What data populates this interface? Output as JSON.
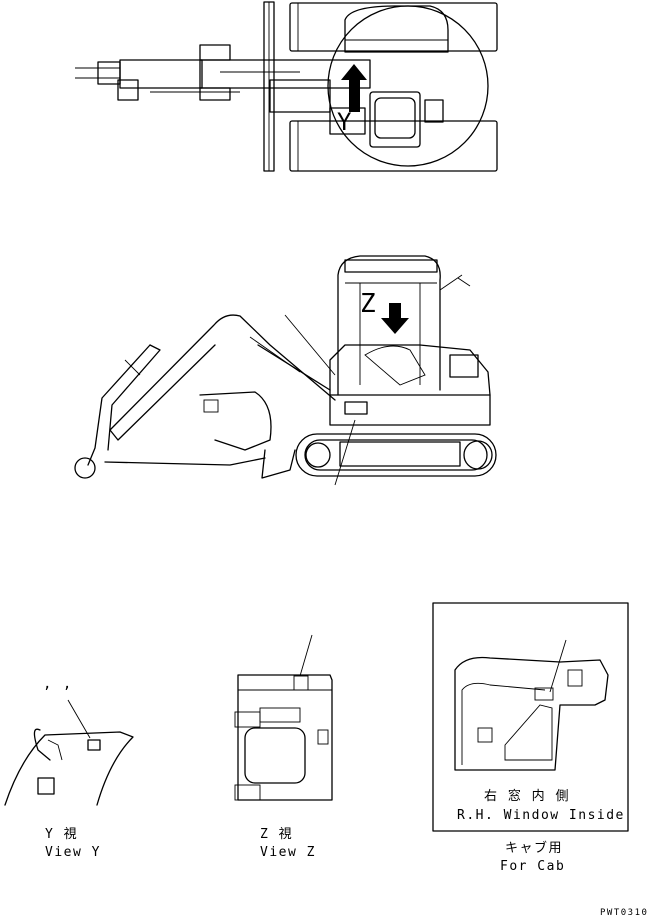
{
  "views": {
    "top": {
      "letter_y": "Y"
    },
    "side": {
      "letter_z": "Z"
    },
    "view_y": {
      "marks": ", ,",
      "caption_jp": "Y 視",
      "caption_en": "View Y"
    },
    "view_z": {
      "caption_jp": "Z 視",
      "caption_en": "View Z"
    },
    "cab": {
      "inside_jp": "右 窓 内 側",
      "inside_en": "R.H. Window Inside",
      "caption_jp": "キャブ用",
      "caption_en": "For Cab"
    }
  },
  "drawing_code": "PWT0310"
}
